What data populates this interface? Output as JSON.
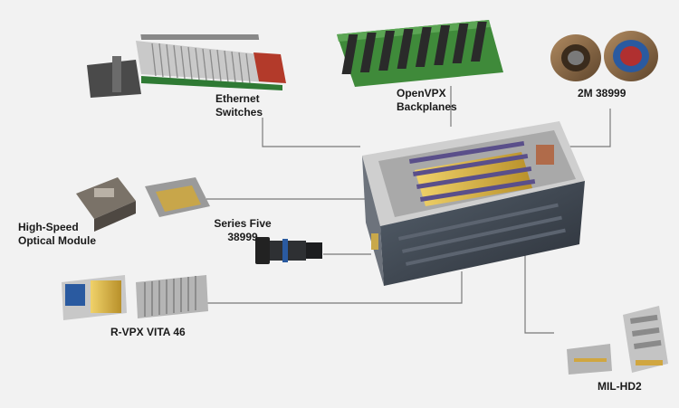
{
  "labels": {
    "ethernet_switches": [
      "Ethernet",
      "Switches"
    ],
    "openvpx_backplanes": [
      "OpenVPX",
      "Backplanes"
    ],
    "m38999_2m": [
      "2M 38999"
    ],
    "high_speed_optical": [
      "High-Speed",
      "Optical Module"
    ],
    "series_five": [
      "Series Five",
      "38999"
    ],
    "rvpx_vita46": [
      "R-VPX VITA 46"
    ],
    "mil_hd2": [
      "MIL-HD2"
    ]
  },
  "colors": {
    "background": "#f2f2f2",
    "connector_line": "#7a7a7a",
    "pcb_green": "#3f8a3a",
    "chassis_dark": "#3a3f48",
    "metal": "#b8b8b8",
    "gold": "#d9b43c",
    "bronze": "#8c6a46"
  }
}
